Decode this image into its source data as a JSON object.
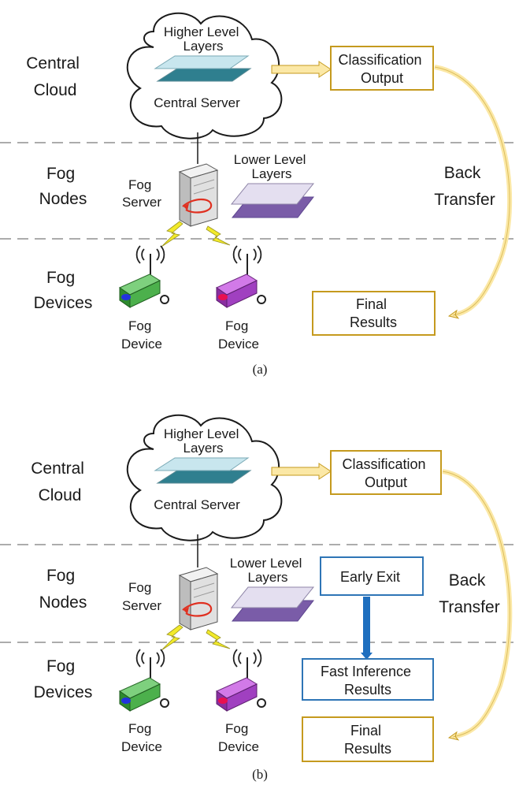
{
  "panels": [
    {
      "caption": "(a)",
      "tiers": {
        "cloud": [
          "Central",
          "Cloud"
        ],
        "fog_nodes": [
          "Fog",
          "Nodes"
        ],
        "fog_devices": [
          "Fog",
          "Devices"
        ]
      },
      "higher_layers": [
        "Higher Level",
        "Layers"
      ],
      "central_server": "Central Server",
      "classification_output": [
        "Classification",
        "Output"
      ],
      "back_transfer": [
        "Back",
        "Transfer"
      ],
      "fog_server": [
        "Fog",
        "Server"
      ],
      "lower_layers": [
        "Lower Level",
        "Layers"
      ],
      "final_results": [
        "Final",
        "Results"
      ],
      "device_1": [
        "Fog",
        "Device"
      ],
      "device_2": [
        "Fog",
        "Device"
      ]
    },
    {
      "caption": "(b)",
      "tiers": {
        "cloud": [
          "Central",
          "Cloud"
        ],
        "fog_nodes": [
          "Fog",
          "Nodes"
        ],
        "fog_devices": [
          "Fog",
          "Devices"
        ]
      },
      "higher_layers": [
        "Higher Level",
        "Layers"
      ],
      "central_server": "Central Server",
      "classification_output": [
        "Classification",
        "Output"
      ],
      "back_transfer": [
        "Back",
        "Transfer"
      ],
      "fog_server": [
        "Fog",
        "Server"
      ],
      "lower_layers": [
        "Lower Level",
        "Layers"
      ],
      "early_exit": "Early Exit",
      "fast_inference": [
        "Fast Inference",
        "Results"
      ],
      "final_results": [
        "Final",
        "Results"
      ],
      "device_1": [
        "Fog",
        "Device"
      ],
      "device_2": [
        "Fog",
        "Device"
      ]
    }
  ],
  "colors": {
    "gold_box": "#c59a1e",
    "blue_box": "#2e75b6",
    "upper_layer_light": "#c8e6ee",
    "upper_layer_dark": "#2f7f8f",
    "lower_layer_light": "#e4dff0",
    "lower_layer_dark": "#7a5ca8",
    "device_green": "#5cb85c",
    "device_purple": "#a040c0",
    "lightning": "#f2ea2a",
    "arrow_fill": "#fbe8a6"
  },
  "icons": [
    "cloud-icon",
    "server-icon",
    "router-icon",
    "lightning-icon",
    "layer-stack-icon"
  ]
}
